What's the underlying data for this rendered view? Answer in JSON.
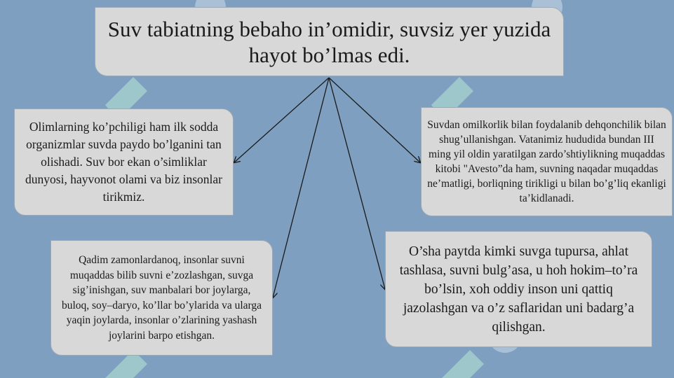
{
  "title": "Suv tabiatning bebaho in’omidir, suvsiz yer yuzida hayot bo’lmas edi.",
  "boxes": {
    "left_top": "Olimlarning ko’pchiligi ham  ilk sodda organizmlar  suvda paydo bo’lganini tan olishadi. Suv bor ekan o’simliklar dunyosi, hayvonot olami va biz insonlar tirikmiz.",
    "right_top": "Suvdan omilkorlik bilan foydalanib dehqonchilik bilan shug’ullanishgan. Vatanimiz hududida bundan III ming yil oldin yaratilgan zardo’shtiylikning muqaddas kitobi \"Avesto”da ham, suvning naqadar muqaddas ne’matligi, borliqning tirikligi u bilan bo’g’liq ekanligi ta’kidlanadi.",
    "left_bottom": "Qadim zamonlardanoq, insonlar  suvni muqaddas bilib suvni e’zozlashgan, suvga sig’inishgan, suv manbalari bor joylarga, buloq, soy–daryo, ko’llar bo’ylarida va ularga yaqin joylarda, insonlar o’zlarining yashash joylarini barpo etishgan.",
    "right_bottom": "O’sha paytda kimki suvga tupursa, ahlat tashlasa, suvni bulg’asa, u hoh hokim–to’ra bo’lsin, xoh oddiy inson uni qattiq jazolashgan va o’z saflaridan uni badarg’a qilishgan."
  },
  "colors": {
    "background": "#7f9fc0",
    "box_fill": "#d8d8d8",
    "arrow": "#1a1a1a",
    "watermark_mint": "#b6e8d2"
  }
}
